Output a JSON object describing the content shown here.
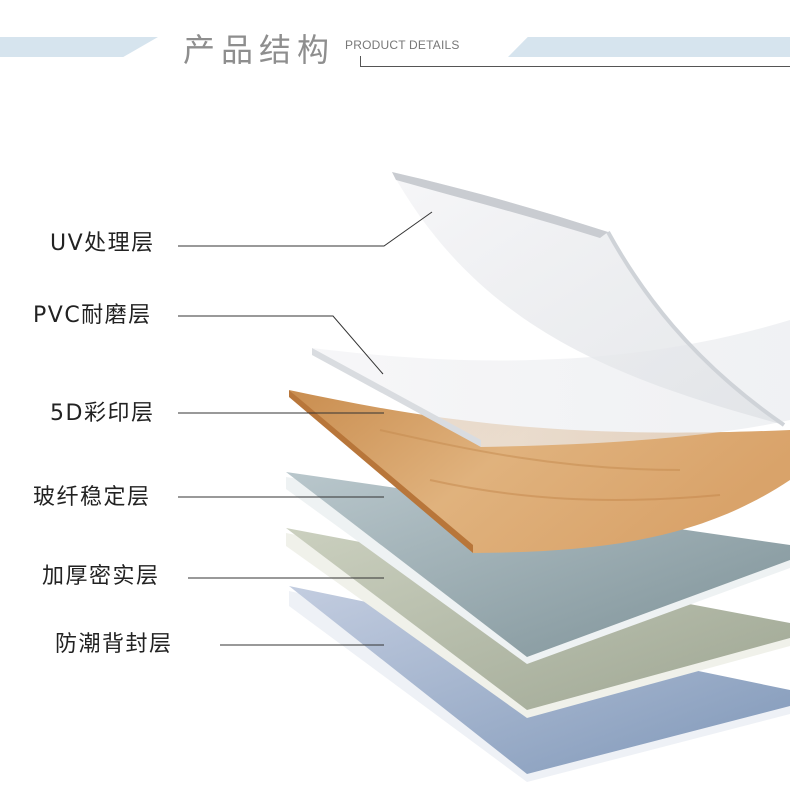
{
  "header": {
    "title": "产品结构",
    "subtitle": "PRODUCT DETAILS"
  },
  "layers": [
    {
      "label": "UV处理层"
    },
    {
      "label": "PVC耐磨层"
    },
    {
      "label": "5D彩印层"
    },
    {
      "label": "玻纤稳定层"
    },
    {
      "label": "加厚密实层"
    },
    {
      "label": "防潮背封层"
    }
  ],
  "colors": {
    "accent_band": "#d6e4ee",
    "wood": "#d8a66a",
    "fiberglass": "#98acb3",
    "dense": "#b8bfad",
    "backing": "#a3b2cc"
  }
}
